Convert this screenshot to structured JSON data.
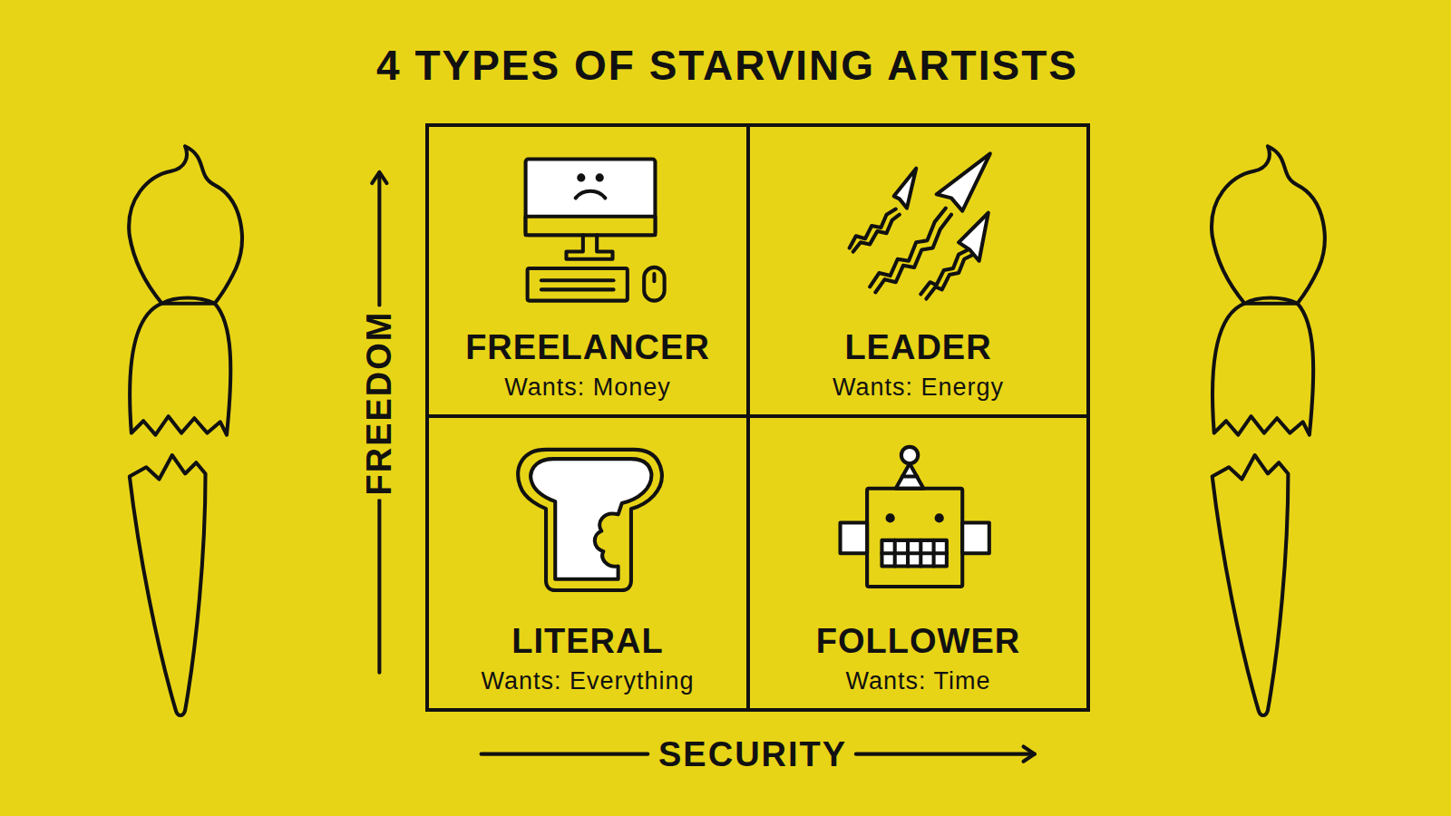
{
  "diagram": {
    "title": "4 TYPES OF STARVING ARTISTS",
    "nodes": [
      {
        "text": [
          "FREELANCER",
          "Wants: Money"
        ]
      },
      {
        "text": [
          "LEADER",
          "Wants: Energy"
        ]
      },
      {
        "text": [
          "LITERAL",
          "Wants: Everything"
        ]
      },
      {
        "text": [
          "FOLLOWER",
          "Wants: Time"
        ]
      }
    ],
    "labels": [
      "FREEDOM",
      "SECURITY"
    ]
  }
}
